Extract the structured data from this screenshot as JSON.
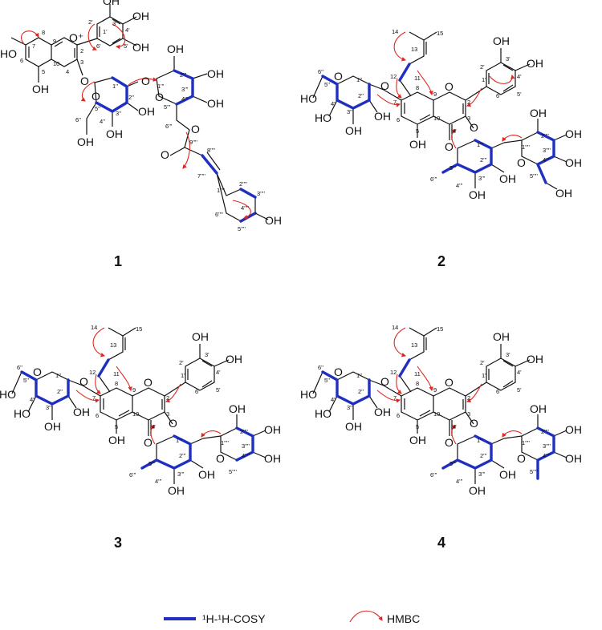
{
  "compounds": [
    {
      "number": "1"
    },
    {
      "number": "2"
    },
    {
      "number": "3"
    },
    {
      "number": "4"
    }
  ],
  "legend": {
    "cosy_label": "¹H-¹H-COSY",
    "hmbc_label": "HMBC"
  },
  "colors": {
    "cosy": "#1f2fbf",
    "hmbc": "#e0261e",
    "bond": "#111111"
  },
  "atoms": {
    "hydroxyl": "OH",
    "hydroxyl_left": "HO",
    "oxygen": "O",
    "cation": "O⁺"
  },
  "labels1": [
    "8",
    "7",
    "6",
    "5",
    "10",
    "9",
    "2",
    "3",
    "4",
    "2'",
    "3'",
    "4'",
    "5'",
    "6'",
    "1'",
    "1''",
    "2''",
    "3''",
    "4''",
    "5''",
    "6''",
    "1'''",
    "2'''",
    "3'''",
    "4'''",
    "5'''",
    "6'''",
    "9''''",
    "8''''",
    "7''''",
    "1''''",
    "2''''",
    "3''''",
    "4''''",
    "5''''",
    "6''''"
  ],
  "labels_prenyl": [
    "14",
    "15",
    "13",
    "12",
    "11",
    "8",
    "7",
    "6",
    "9",
    "10",
    "5",
    "2",
    "3",
    "4",
    "2'",
    "3'",
    "4'",
    "5'",
    "6'",
    "1'",
    "1''",
    "2''",
    "3''",
    "4''",
    "5''",
    "6''",
    "1'''",
    "2'''",
    "3'''",
    "4'''",
    "5'''",
    "6'''",
    "1''''",
    "2''''",
    "3''''",
    "4''''",
    "5''''",
    "6''''"
  ]
}
